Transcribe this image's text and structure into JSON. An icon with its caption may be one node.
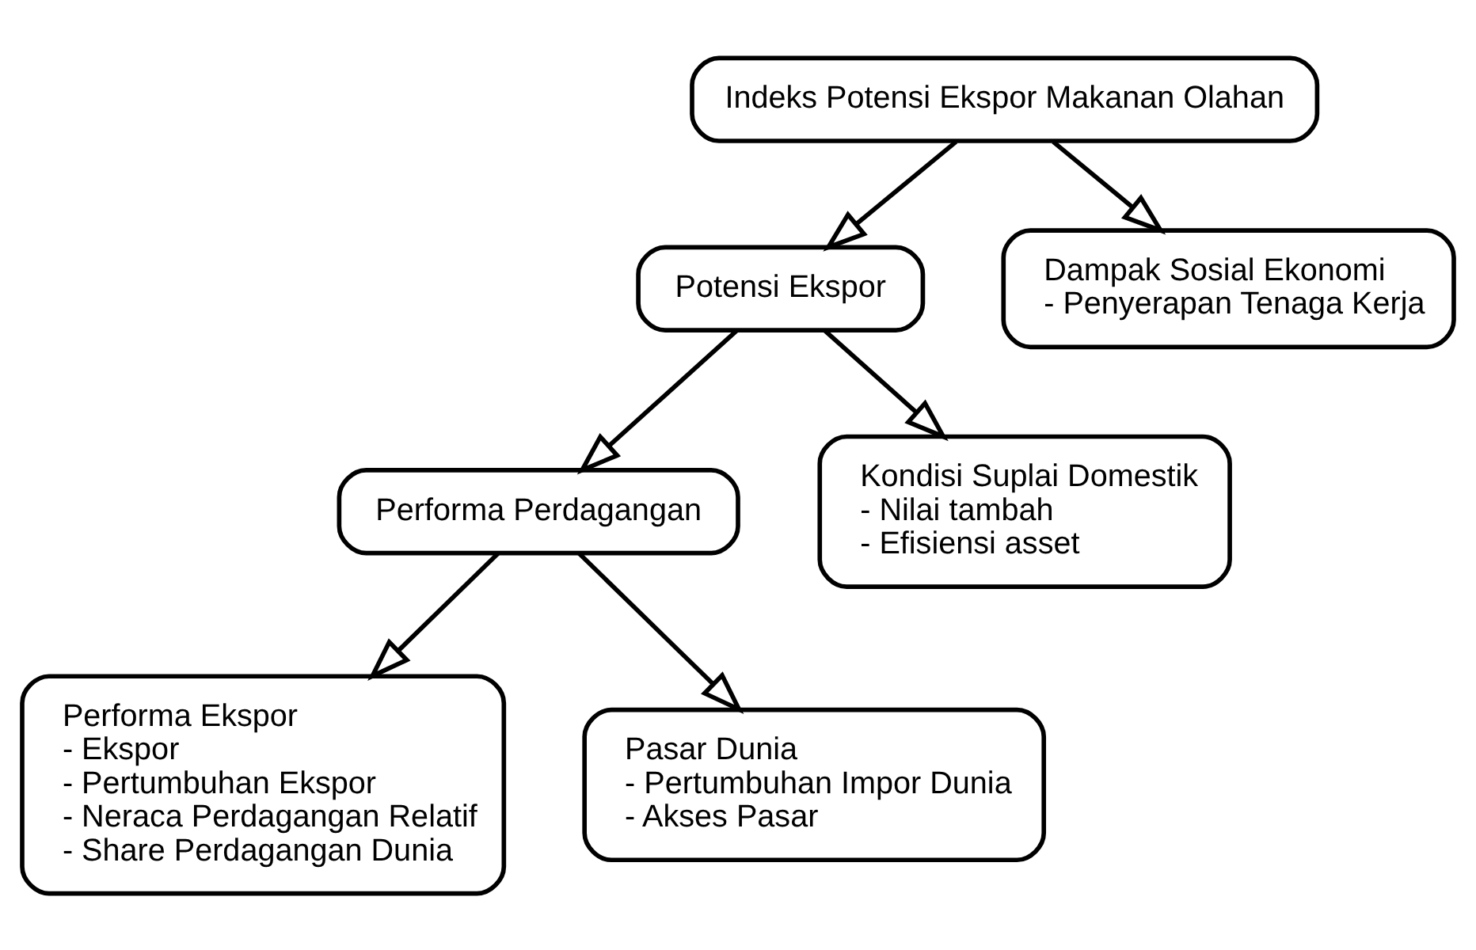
{
  "diagram": {
    "nodes": [
      {
        "text": [
          "Indeks Potensi Ekspor Makanan Olahan"
        ]
      },
      {
        "text": [
          "Potensi Ekspor"
        ]
      },
      {
        "text": [
          "Dampak Sosial Ekonomi",
          "- Penyerapan Tenaga Kerja"
        ]
      },
      {
        "text": [
          "Performa Perdagangan"
        ]
      },
      {
        "text": [
          "Kondisi Suplai Domestik",
          "- Nilai tambah",
          "- Efisiensi asset"
        ]
      },
      {
        "text": [
          "Performa Ekspor",
          "- Ekspor",
          "- Pertumbuhan Ekspor",
          "- Neraca Perdagangan Relatif",
          "- Share Perdagangan Dunia"
        ]
      },
      {
        "text": [
          "Pasar Dunia",
          "- Pertumbuhan Impor Dunia",
          "- Akses Pasar"
        ]
      }
    ],
    "edges": [
      {
        "from": 0,
        "to": 1,
        "arrow": "to"
      },
      {
        "from": 0,
        "to": 2,
        "arrow": "to"
      },
      {
        "from": 1,
        "to": 3,
        "arrow": "to"
      },
      {
        "from": 1,
        "to": 4,
        "arrow": "to"
      },
      {
        "from": 3,
        "to": 5,
        "arrow": "to"
      },
      {
        "from": 3,
        "to": 6,
        "arrow": "to"
      }
    ]
  }
}
